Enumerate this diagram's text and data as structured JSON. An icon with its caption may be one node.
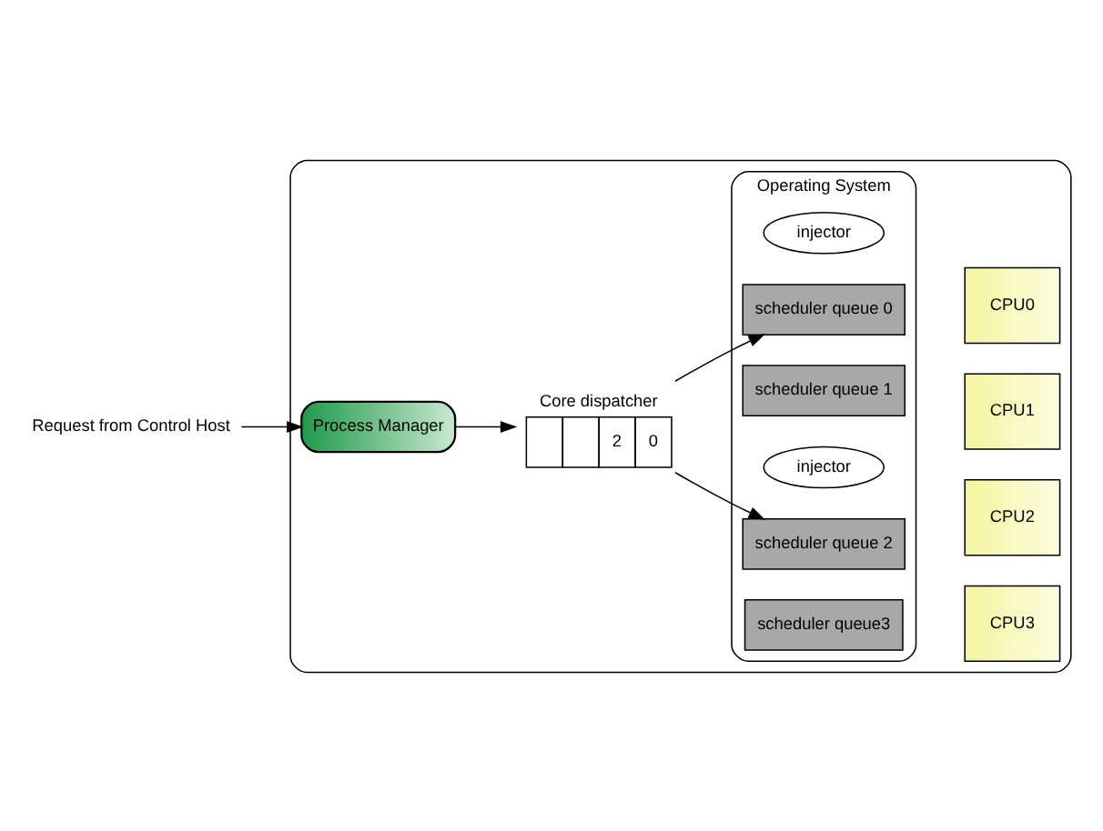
{
  "diagram": {
    "nodes": [
      {
        "text": [
          "Request from Control Host"
        ]
      },
      {
        "text": [],
        "shape": "box"
      },
      {
        "text": [
          "Process Manager"
        ],
        "in": 1
      },
      {
        "text": [
          "Core dispatcher",
          "2",
          "0"
        ],
        "in": 1
      },
      {
        "text": [
          "Operating System"
        ],
        "in": 1
      },
      {
        "text": [
          "injector"
        ],
        "in": 4
      },
      {
        "text": [
          "scheduler queue 0"
        ],
        "in": 4
      },
      {
        "text": [
          "scheduler queue 1"
        ],
        "in": 4
      },
      {
        "text": [
          "injector"
        ],
        "in": 4
      },
      {
        "text": [
          "scheduler queue 2"
        ],
        "in": 4
      },
      {
        "text": [
          "scheduler queue3"
        ],
        "in": 4
      },
      {
        "text": [
          "CPU0"
        ],
        "in": 1
      },
      {
        "text": [
          "CPU1"
        ],
        "in": 1
      },
      {
        "text": [
          "CPU2"
        ],
        "in": 1
      },
      {
        "text": [
          "CPU3"
        ],
        "in": 1
      }
    ],
    "edges": [
      {
        "from": 0,
        "to": 2,
        "arrow": "to"
      },
      {
        "from": 2,
        "to": 3,
        "arrow": "to"
      },
      {
        "from": 3,
        "to": 6,
        "arrow": "to"
      },
      {
        "from": 3,
        "to": 9,
        "arrow": "to"
      }
    ]
  }
}
